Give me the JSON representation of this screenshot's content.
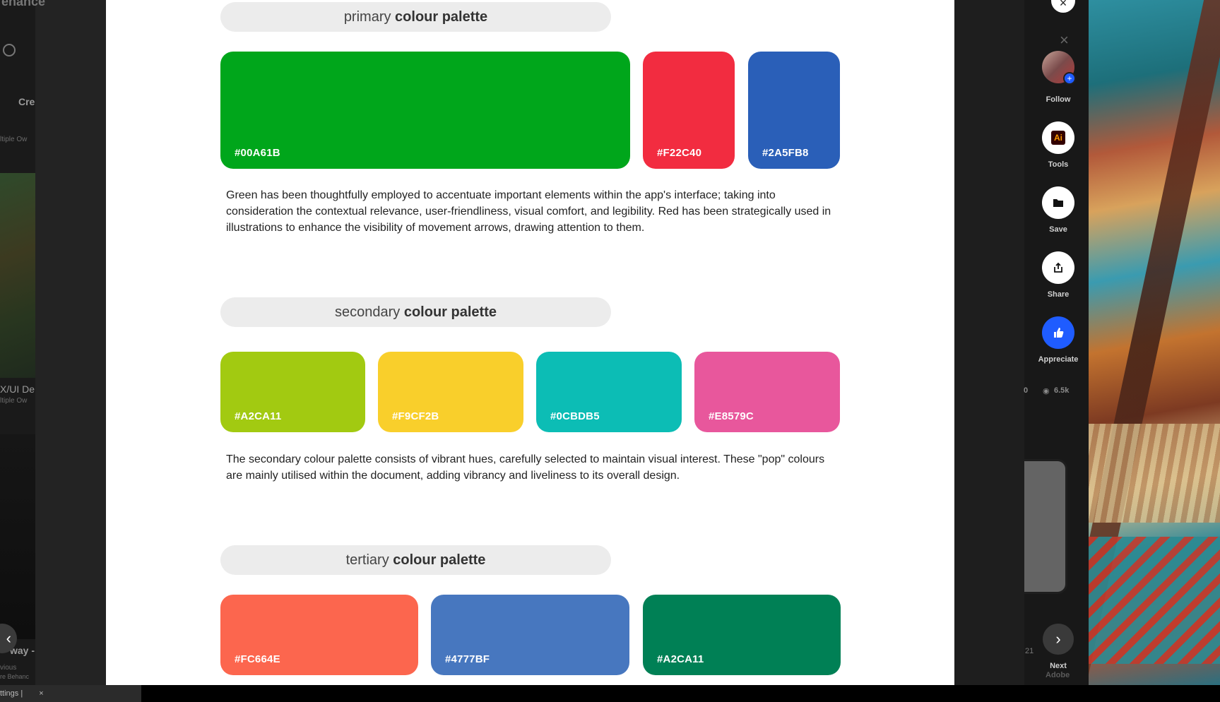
{
  "left_panel": {
    "logo_fragment": "ehance",
    "create_fragment": "Cre",
    "item1_sub": "ltiple Ow",
    "item2_title": "X/UI De",
    "item2_sub": "ltiple Ow",
    "item3_title": "way -",
    "item3_sub": "re Behanc",
    "prev_label": "vious",
    "prev_icon": "‹"
  },
  "sections": {
    "primary": {
      "title_light": "primary",
      "title_bold": "colour palette",
      "swatches": [
        {
          "hex": "#00A61B",
          "color": "#00A61B"
        },
        {
          "hex": "#F22C40",
          "color": "#F22C40"
        },
        {
          "hex": "#2A5FB8",
          "color": "#2A5FB8"
        }
      ],
      "description": "Green has been thoughtfully employed to accentuate important elements within the app's interface; taking into consideration the contextual relevance, user-friendliness, visual comfort, and legibility. Red has been strategically used in illustrations to enhance the visibility of movement arrows, drawing attention to them."
    },
    "secondary": {
      "title_light": "secondary",
      "title_bold": "colour palette",
      "swatches": [
        {
          "hex": "#A2CA11",
          "color": "#A2CA11"
        },
        {
          "hex": "#F9CF2B",
          "color": "#F9CF2B"
        },
        {
          "hex": "#0CBDB5",
          "color": "#0CBDB5"
        },
        {
          "hex": "#E8579C",
          "color": "#E8579C"
        }
      ],
      "description": "The secondary colour palette consists of vibrant hues, carefully selected to maintain visual interest. These \"pop\" colours are mainly utilised within the document, adding vibrancy and liveliness to its overall design."
    },
    "tertiary": {
      "title_light": "tertiary",
      "title_bold": "colour palette",
      "swatches": [
        {
          "hex": "#FC664E",
          "color": "#FC664E"
        },
        {
          "hex": "#4777BF",
          "color": "#4777BF"
        },
        {
          "hex": "#A2CA11",
          "color": "#008055"
        }
      ]
    }
  },
  "sidebar": {
    "follow_label": "Follow",
    "tools_label": "Tools",
    "tools_icon_text": "Ai",
    "save_label": "Save",
    "share_label": "Share",
    "appreciate_label": "Appreciate",
    "stats_likes": "0",
    "stats_views": "6.5k",
    "next_label": "Next",
    "adobe_label": "Adobe",
    "close_icon": "×",
    "next_icon": "›",
    "partial_count": "21"
  },
  "bottom_bar": {
    "tab_text": "ttings | ",
    "tab_close": "×"
  }
}
